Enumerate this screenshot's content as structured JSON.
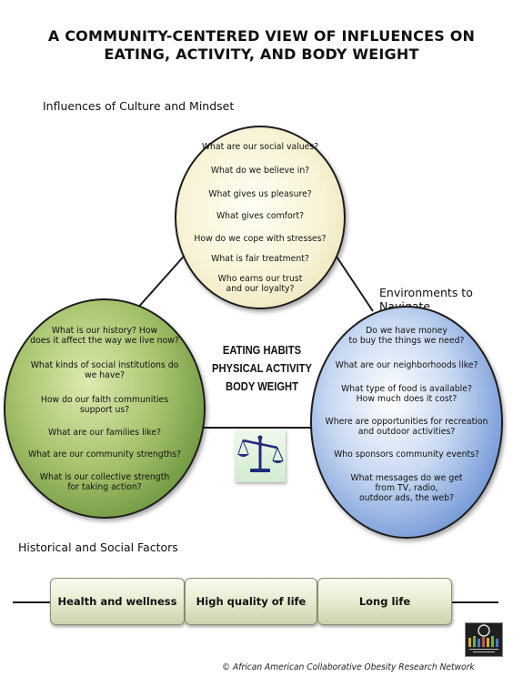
{
  "title": {
    "line1": "A COMMUNITY-CENTERED VIEW OF INFLUENCES ON",
    "line2": "EATING, ACTIVITY, AND BODY WEIGHT"
  },
  "labels": {
    "culture": "Influences of Culture and Mindset",
    "environments": "Environments to Navigate",
    "historical": "Historical and Social Factors"
  },
  "culture_questions": [
    "What are our social values?",
    "What do we believe in?",
    "What gives us pleasure?",
    "What gives comfort?",
    "How do we cope with stresses?",
    "What is fair treatment?",
    "Who earns our trust\nand our loyalty?"
  ],
  "historical_questions": [
    "What is our history? How\ndoes it affect the way we live now?",
    "What kinds of social institutions do\nwe have?",
    "How do our faith communities\nsupport us?",
    "What are our families like?",
    "What are our community strengths?",
    "What is our collective strength\nfor taking action?"
  ],
  "environment_questions": [
    "Do we have money\nto buy the things we need?",
    "What are our neighborhoods like?",
    "What type of food is available?\nHow much does it cost?",
    "Where are opportunities for recreation\nand outdoor activities?",
    "Who sponsors community events?",
    "What messages do we get\nfrom TV, radio,\noutdoor ads, the web?"
  ],
  "center": {
    "line1": "EATING HABITS",
    "line2": "PHYSICAL ACTIVITY",
    "line3": "BODY WEIGHT"
  },
  "outcomes": [
    "Health and wellness",
    "High quality of life",
    "Long life"
  ],
  "copyright": "© African American Collaborative Obesity Research Network",
  "colors": {
    "culture_bubble": "#f8f3d6",
    "historical_bubble": "#6f9a3c",
    "environment_bubble": "#4a7bcc",
    "outcome_box": "#e6e9cd"
  }
}
